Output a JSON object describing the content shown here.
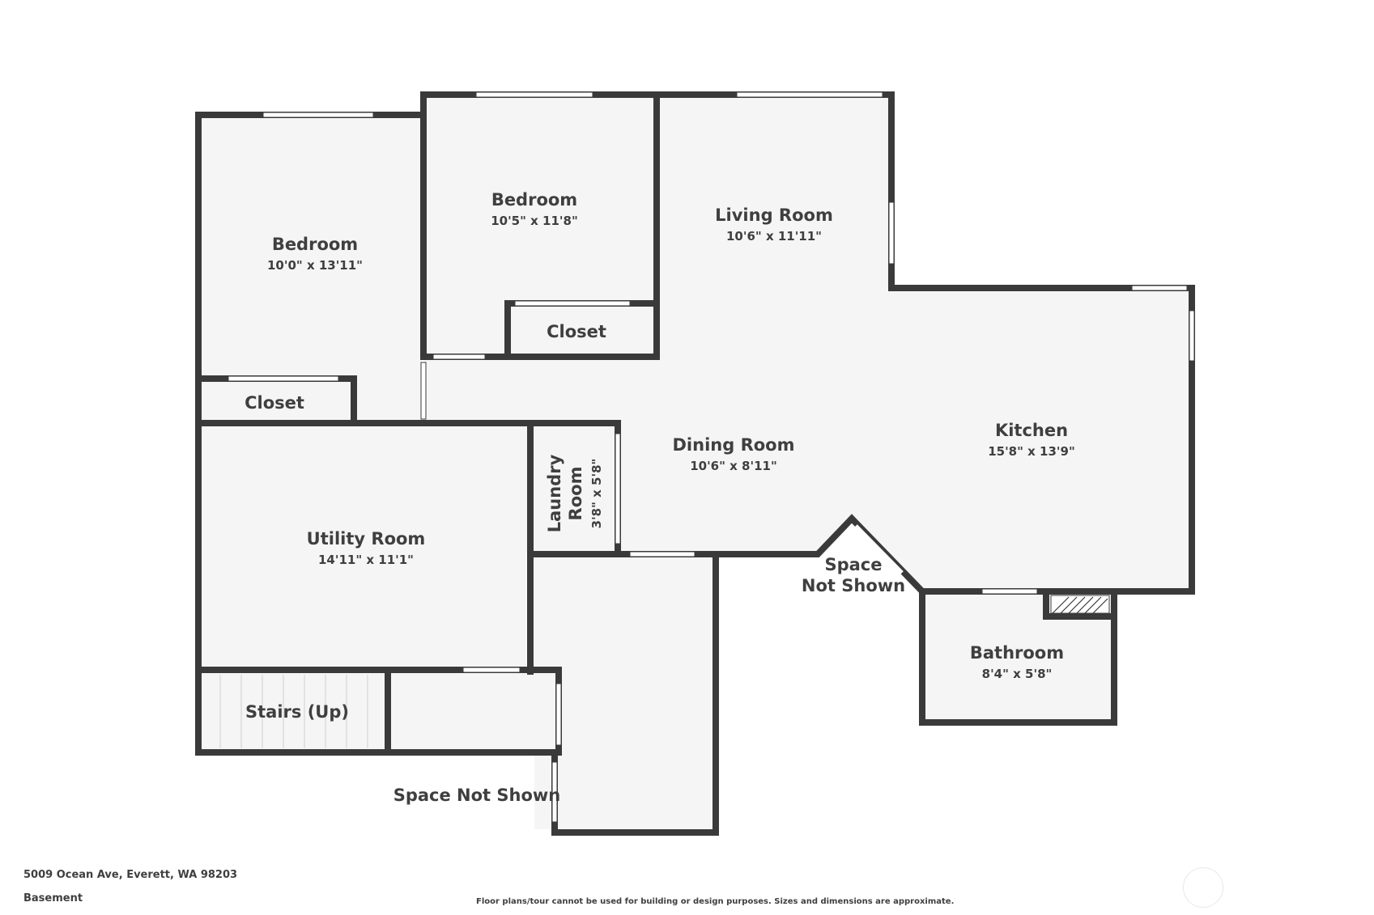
{
  "property": {
    "address": "5009 Ocean Ave, Everett, WA 98203",
    "level": "Basement",
    "disclaimer": "Floor plans/tour cannot be used for building or design purposes. Sizes and dimensions are approximate."
  },
  "rooms": {
    "bedroom_left": {
      "name": "Bedroom",
      "dims": "10'0\" x 13'11\""
    },
    "bedroom_center": {
      "name": "Bedroom",
      "dims": "10'5\" x 11'8\""
    },
    "living_room": {
      "name": "Living Room",
      "dims": "10'6\" x 11'11\""
    },
    "closet_center": {
      "name": "Closet"
    },
    "closet_left": {
      "name": "Closet"
    },
    "kitchen": {
      "name": "Kitchen",
      "dims": "15'8\" x 13'9\""
    },
    "dining_room": {
      "name": "Dining Room",
      "dims": "10'6\" x 8'11\""
    },
    "laundry_room": {
      "name_line1": "Laundry",
      "name_line2": "Room",
      "dims": "3'8\" x 5'8\""
    },
    "utility_room": {
      "name": "Utility Room",
      "dims": "14'11\" x 11'1\""
    },
    "space_not_shown_right": {
      "line1": "Space",
      "line2": "Not Shown"
    },
    "bathroom": {
      "name": "Bathroom",
      "dims": "8'4\" x 5'8\""
    },
    "stairs": {
      "name": "Stairs (Up)"
    },
    "space_not_shown_bottom": {
      "name": "Space Not Shown"
    }
  },
  "colors": {
    "wall": "#3a3a3a",
    "floor": "#f5f5f5",
    "window": "#ffffff",
    "label": "#3f3f3f"
  },
  "icons": {
    "compass": "compass-icon"
  }
}
